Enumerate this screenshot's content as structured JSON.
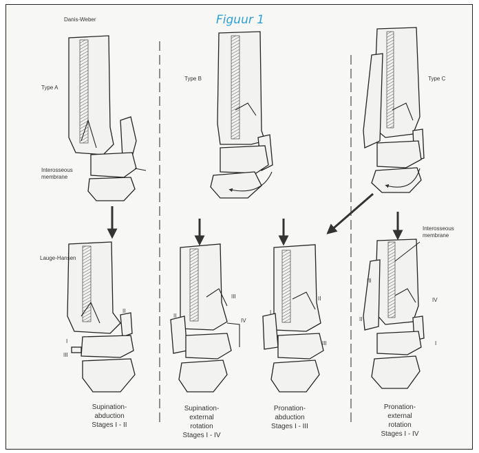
{
  "figure": {
    "title": "Figuur 1",
    "accent_color": "#2a9fd6"
  },
  "labels": {
    "danis_weber": "Danis-Weber",
    "type_a": "Type A",
    "type_b": "Type B",
    "type_c": "Type C",
    "interosseous_1": "Interosseous membrane",
    "interosseous_2": "Interosseous membrane",
    "lauge_hansen": "Lauge-Hansen",
    "roman_i": "I",
    "roman_ii": "II",
    "roman_iii": "III",
    "roman_iv": "IV"
  },
  "captions": [
    {
      "line1": "Supination-",
      "line2": "abduction",
      "line3": "Stages I - II",
      "line4": ""
    },
    {
      "line1": "Supination-",
      "line2": "external",
      "line3": "rotation",
      "line4": "Stages I - IV"
    },
    {
      "line1": "Pronation-",
      "line2": "abduction",
      "line3": "Stages I - III",
      "line4": ""
    },
    {
      "line1": "Pronation-",
      "line2": "external",
      "line3": "rotation",
      "line4": "Stages I - IV"
    }
  ]
}
